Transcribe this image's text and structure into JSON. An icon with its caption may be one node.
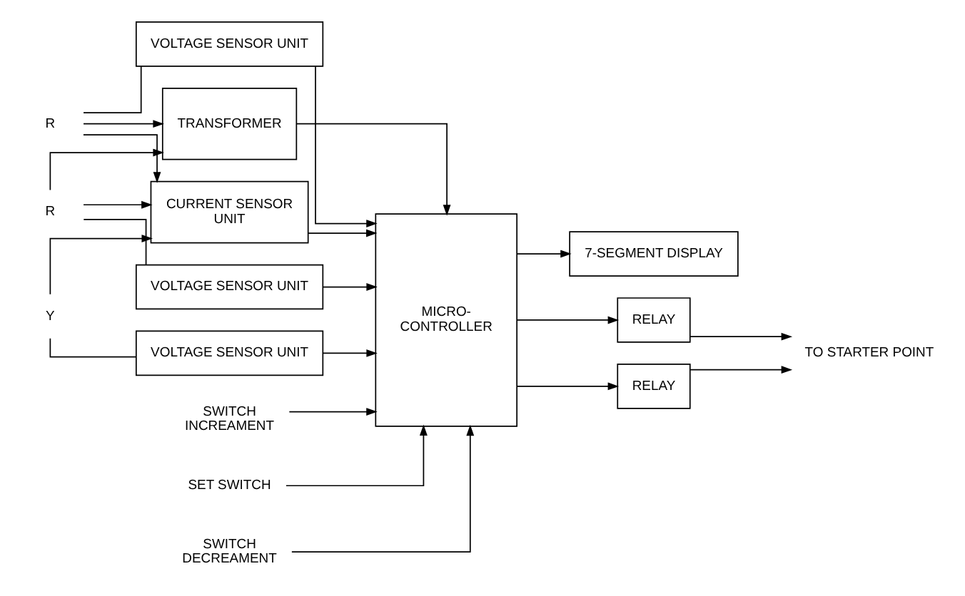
{
  "diagram": {
    "nodes": [
      {
        "text": [
          "R"
        ]
      },
      {
        "text": [
          "Y"
        ]
      },
      {
        "text": [
          "R"
        ]
      },
      {
        "text": [
          "TRANSFORMER"
        ]
      },
      {
        "text": [
          "CURRENT SENSOR UNIT"
        ]
      },
      {
        "text": [
          "VOLTAGE SENSOR UNIT"
        ]
      },
      {
        "text": [
          "VOLTAGE SENSOR UNIT"
        ]
      },
      {
        "text": [
          "VOLTAGE SENSOR UNIT"
        ]
      },
      {
        "text": [
          "MICRO- CONTROLLER"
        ]
      },
      {
        "text": [
          "7-SEGMENT DISPLAY"
        ]
      },
      {
        "text": [
          "RELAY"
        ]
      },
      {
        "text": [
          "RELAY"
        ]
      },
      {
        "text": [
          "SWITCH INCREAMENT"
        ]
      },
      {
        "text": [
          "SET SWITCH"
        ]
      },
      {
        "text": [
          "SWITCH DECREAMENT"
        ]
      },
      {
        "text": [
          "TO STARTER POINT"
        ]
      }
    ],
    "edges": [
      {
        "from": 0,
        "to": 5,
        "arrow": "none"
      },
      {
        "from": 0,
        "to": 3,
        "arrow": "to"
      },
      {
        "from": 0,
        "to": 4,
        "arrow": "to"
      },
      {
        "from": 1,
        "to": 6,
        "arrow": "none"
      },
      {
        "from": 1,
        "to": 4,
        "arrow": "to"
      },
      {
        "from": 2,
        "to": 7,
        "arrow": "none"
      },
      {
        "from": 2,
        "to": 3,
        "arrow": "to"
      },
      {
        "from": 2,
        "to": 4,
        "arrow": "to"
      },
      {
        "from": 3,
        "to": 8,
        "arrow": "to"
      },
      {
        "from": 4,
        "to": 8,
        "arrow": "to"
      },
      {
        "from": 5,
        "to": 8,
        "arrow": "to"
      },
      {
        "from": 6,
        "to": 8,
        "arrow": "to"
      },
      {
        "from": 7,
        "to": 8,
        "arrow": "to"
      },
      {
        "from": 8,
        "to": 9,
        "arrow": "to"
      },
      {
        "from": 8,
        "to": 10,
        "arrow": "to"
      },
      {
        "from": 8,
        "to": 11,
        "arrow": "to"
      },
      {
        "from": 10,
        "to": 15,
        "arrow": "to"
      },
      {
        "from": 11,
        "to": 15,
        "arrow": "to"
      },
      {
        "from": 12,
        "to": 8,
        "arrow": "to"
      },
      {
        "from": 13,
        "to": 8,
        "arrow": "to"
      },
      {
        "from": 14,
        "to": 8,
        "arrow": "to"
      }
    ]
  }
}
